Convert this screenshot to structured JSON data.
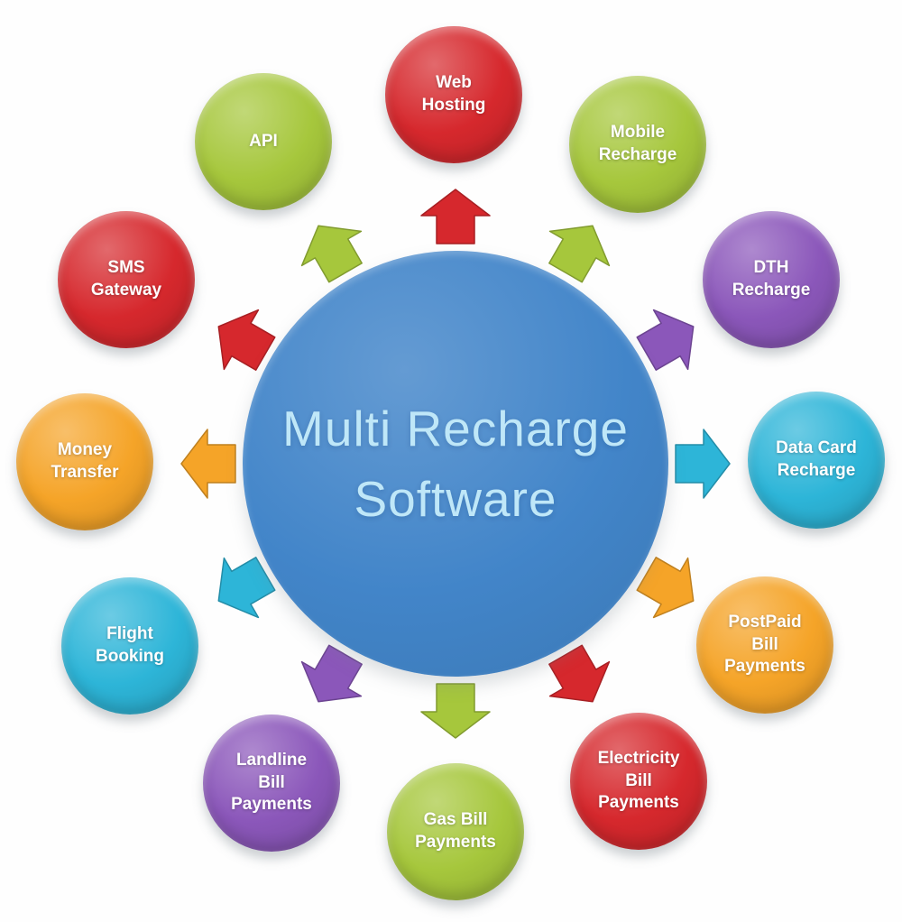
{
  "center": {
    "label": "Multi Recharge\nSoftware",
    "color": "#4285c9",
    "text_color": "#bfe7f8"
  },
  "palette": {
    "red": "#d6282d",
    "green": "#a6c73c",
    "purple": "#8b57ba",
    "cyan": "#2db5d8",
    "orange": "#f5a428"
  },
  "nodes": [
    {
      "label": "Web\nHosting",
      "color": "red"
    },
    {
      "label": "Mobile\nRecharge",
      "color": "green"
    },
    {
      "label": "DTH\nRecharge",
      "color": "purple"
    },
    {
      "label": "Data Card\nRecharge",
      "color": "cyan"
    },
    {
      "label": "PostPaid\nBill\nPayments",
      "color": "orange"
    },
    {
      "label": "Electricity\nBill\nPayments",
      "color": "red"
    },
    {
      "label": "Gas Bill\nPayments",
      "color": "green"
    },
    {
      "label": "Landline\nBill\nPayments",
      "color": "purple"
    },
    {
      "label": "Flight\nBooking",
      "color": "cyan"
    },
    {
      "label": "Money\nTransfer",
      "color": "orange"
    },
    {
      "label": "SMS\nGateway",
      "color": "red"
    },
    {
      "label": "API",
      "color": "green"
    }
  ]
}
